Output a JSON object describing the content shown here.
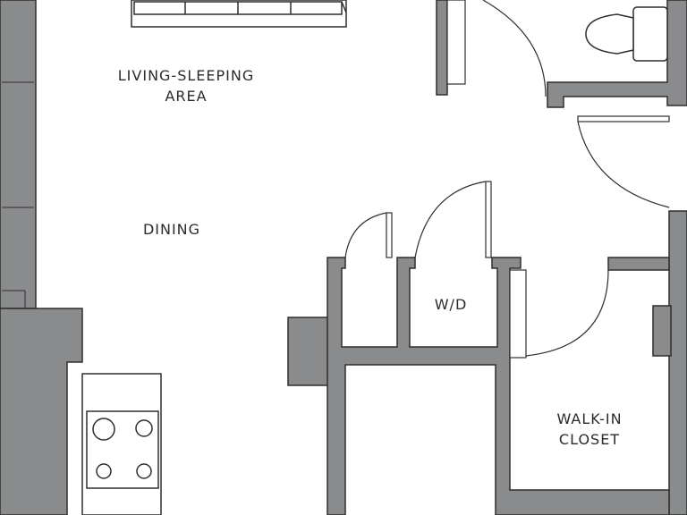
{
  "labels": {
    "living_line1": "LIVING-SLEEPING",
    "living_line2": "AREA",
    "dining": "DINING",
    "wd": "W/D",
    "closet_line1": "WALK-IN",
    "closet_line2": "CLOSET"
  },
  "colors": {
    "wall_fill": "#8a8b8d",
    "wall_stroke": "#2e2e2e",
    "line": "#2e2e2e",
    "background": "#ffffff",
    "text": "#2b2b2b"
  }
}
